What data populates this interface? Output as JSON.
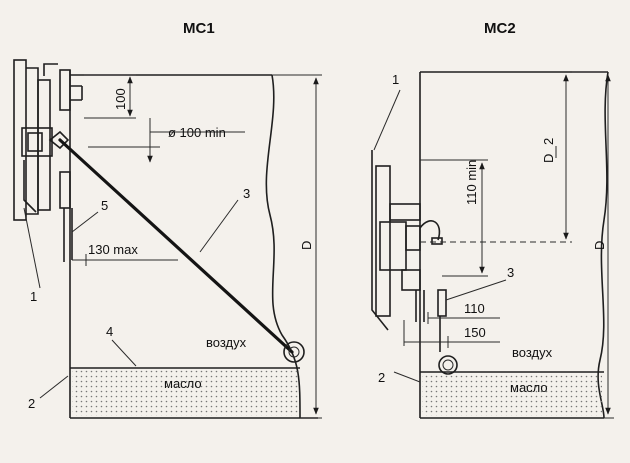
{
  "titles": {
    "left": "MC1",
    "right": "MC2"
  },
  "left": {
    "callouts": {
      "c1": "1",
      "c2": "2",
      "c3": "3",
      "c4": "4",
      "c5": "5"
    },
    "dims": {
      "d100": "100",
      "dia": "ø 100 min",
      "max130": "130 max",
      "D": "D"
    },
    "air": "воздух",
    "oil": "масло"
  },
  "right": {
    "callouts": {
      "c1": "1",
      "c2": "2",
      "c3": "3"
    },
    "dims": {
      "min110": "110 min",
      "half_num": "D",
      "half_den": "2",
      "D": "D",
      "d110": "110",
      "d150": "150"
    },
    "air": "воздух",
    "oil": "масло"
  }
}
